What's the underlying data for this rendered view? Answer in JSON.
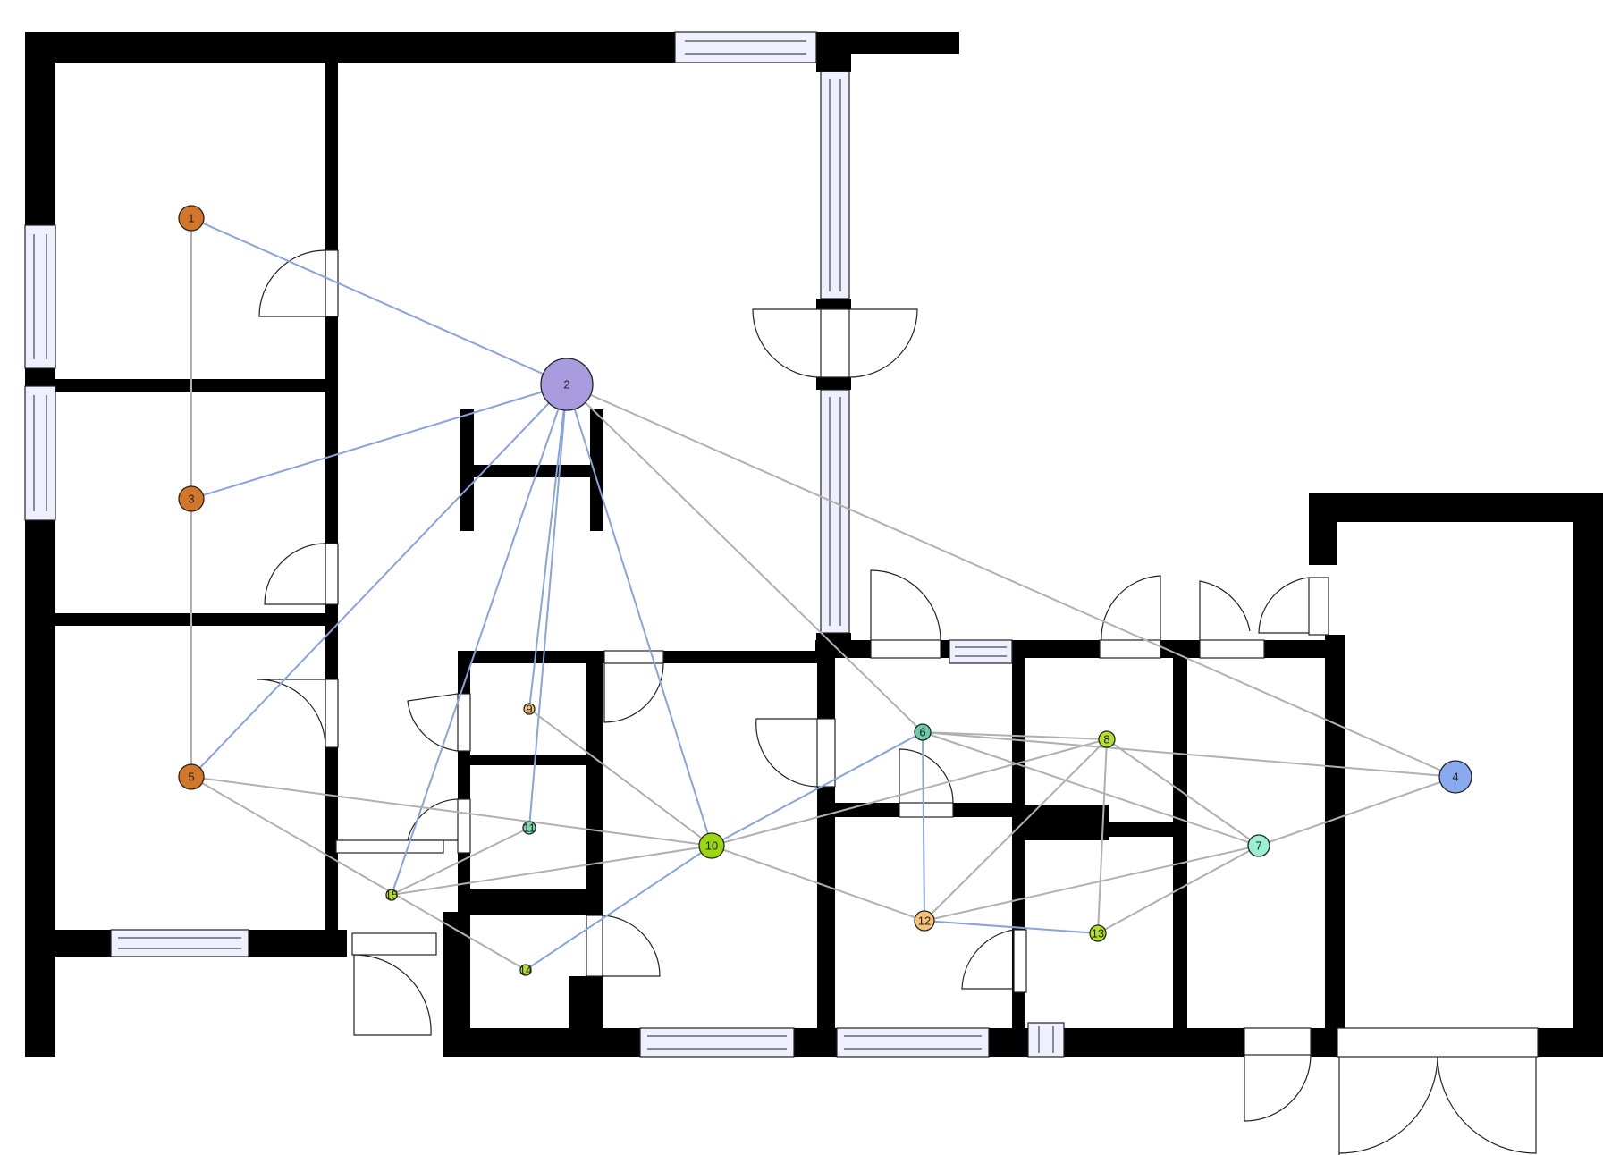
{
  "diagram": {
    "type": "floor-plan-graph",
    "nodes": [
      {
        "id": "1",
        "label": "1",
        "color": "#d2762a"
      },
      {
        "id": "2",
        "label": "2",
        "color": "#a89cde"
      },
      {
        "id": "3",
        "label": "3",
        "color": "#d2762a"
      },
      {
        "id": "4",
        "label": "4",
        "color": "#8aaaf0"
      },
      {
        "id": "5",
        "label": "5",
        "color": "#d2762a"
      },
      {
        "id": "6",
        "label": "6",
        "color": "#6cc9a8"
      },
      {
        "id": "7",
        "label": "7",
        "color": "#9cf0d0"
      },
      {
        "id": "8",
        "label": "8",
        "color": "#b4e028"
      },
      {
        "id": "9",
        "label": "9",
        "color": "#f5c070"
      },
      {
        "id": "10",
        "label": "10",
        "color": "#9ad80a"
      },
      {
        "id": "11",
        "label": "11",
        "color": "#7cd8b0"
      },
      {
        "id": "12",
        "label": "12",
        "color": "#f8c27a"
      },
      {
        "id": "13",
        "label": "13",
        "color": "#b4e028"
      },
      {
        "id": "14",
        "label": "14",
        "color": "#b4e028"
      },
      {
        "id": "15",
        "label": "15",
        "color": "#b4e028"
      }
    ],
    "edges": [
      {
        "from": "1",
        "to": "2",
        "kind": "door"
      },
      {
        "from": "3",
        "to": "2",
        "kind": "door"
      },
      {
        "from": "5",
        "to": "2",
        "kind": "door"
      },
      {
        "from": "15",
        "to": "2",
        "kind": "door"
      },
      {
        "from": "11",
        "to": "2",
        "kind": "door"
      },
      {
        "from": "9",
        "to": "2",
        "kind": "door"
      },
      {
        "from": "10",
        "to": "2",
        "kind": "door"
      },
      {
        "from": "6",
        "to": "10",
        "kind": "door"
      },
      {
        "from": "14",
        "to": "10",
        "kind": "door"
      },
      {
        "from": "6",
        "to": "12",
        "kind": "door"
      },
      {
        "from": "12",
        "to": "13",
        "kind": "door"
      },
      {
        "from": "1",
        "to": "3",
        "kind": "adjacent"
      },
      {
        "from": "3",
        "to": "5",
        "kind": "adjacent"
      },
      {
        "from": "2",
        "to": "6",
        "kind": "adjacent"
      },
      {
        "from": "2",
        "to": "4",
        "kind": "adjacent"
      },
      {
        "from": "5",
        "to": "10",
        "kind": "adjacent"
      },
      {
        "from": "5",
        "to": "14",
        "kind": "adjacent"
      },
      {
        "from": "9",
        "to": "10",
        "kind": "adjacent"
      },
      {
        "from": "15",
        "to": "11",
        "kind": "adjacent"
      },
      {
        "from": "15",
        "to": "10",
        "kind": "adjacent"
      },
      {
        "from": "10",
        "to": "12",
        "kind": "adjacent"
      },
      {
        "from": "6",
        "to": "8",
        "kind": "adjacent"
      },
      {
        "from": "6",
        "to": "7",
        "kind": "adjacent"
      },
      {
        "from": "6",
        "to": "4",
        "kind": "adjacent"
      },
      {
        "from": "8",
        "to": "7",
        "kind": "adjacent"
      },
      {
        "from": "8",
        "to": "12",
        "kind": "adjacent"
      },
      {
        "from": "8",
        "to": "13",
        "kind": "adjacent"
      },
      {
        "from": "8",
        "to": "10",
        "kind": "adjacent"
      },
      {
        "from": "7",
        "to": "4",
        "kind": "adjacent"
      },
      {
        "from": "12",
        "to": "7",
        "kind": "adjacent"
      },
      {
        "from": "13",
        "to": "7",
        "kind": "adjacent"
      }
    ],
    "edge_colors": {
      "door": "#88a4d8",
      "adjacent": "#b0b0b0"
    }
  }
}
